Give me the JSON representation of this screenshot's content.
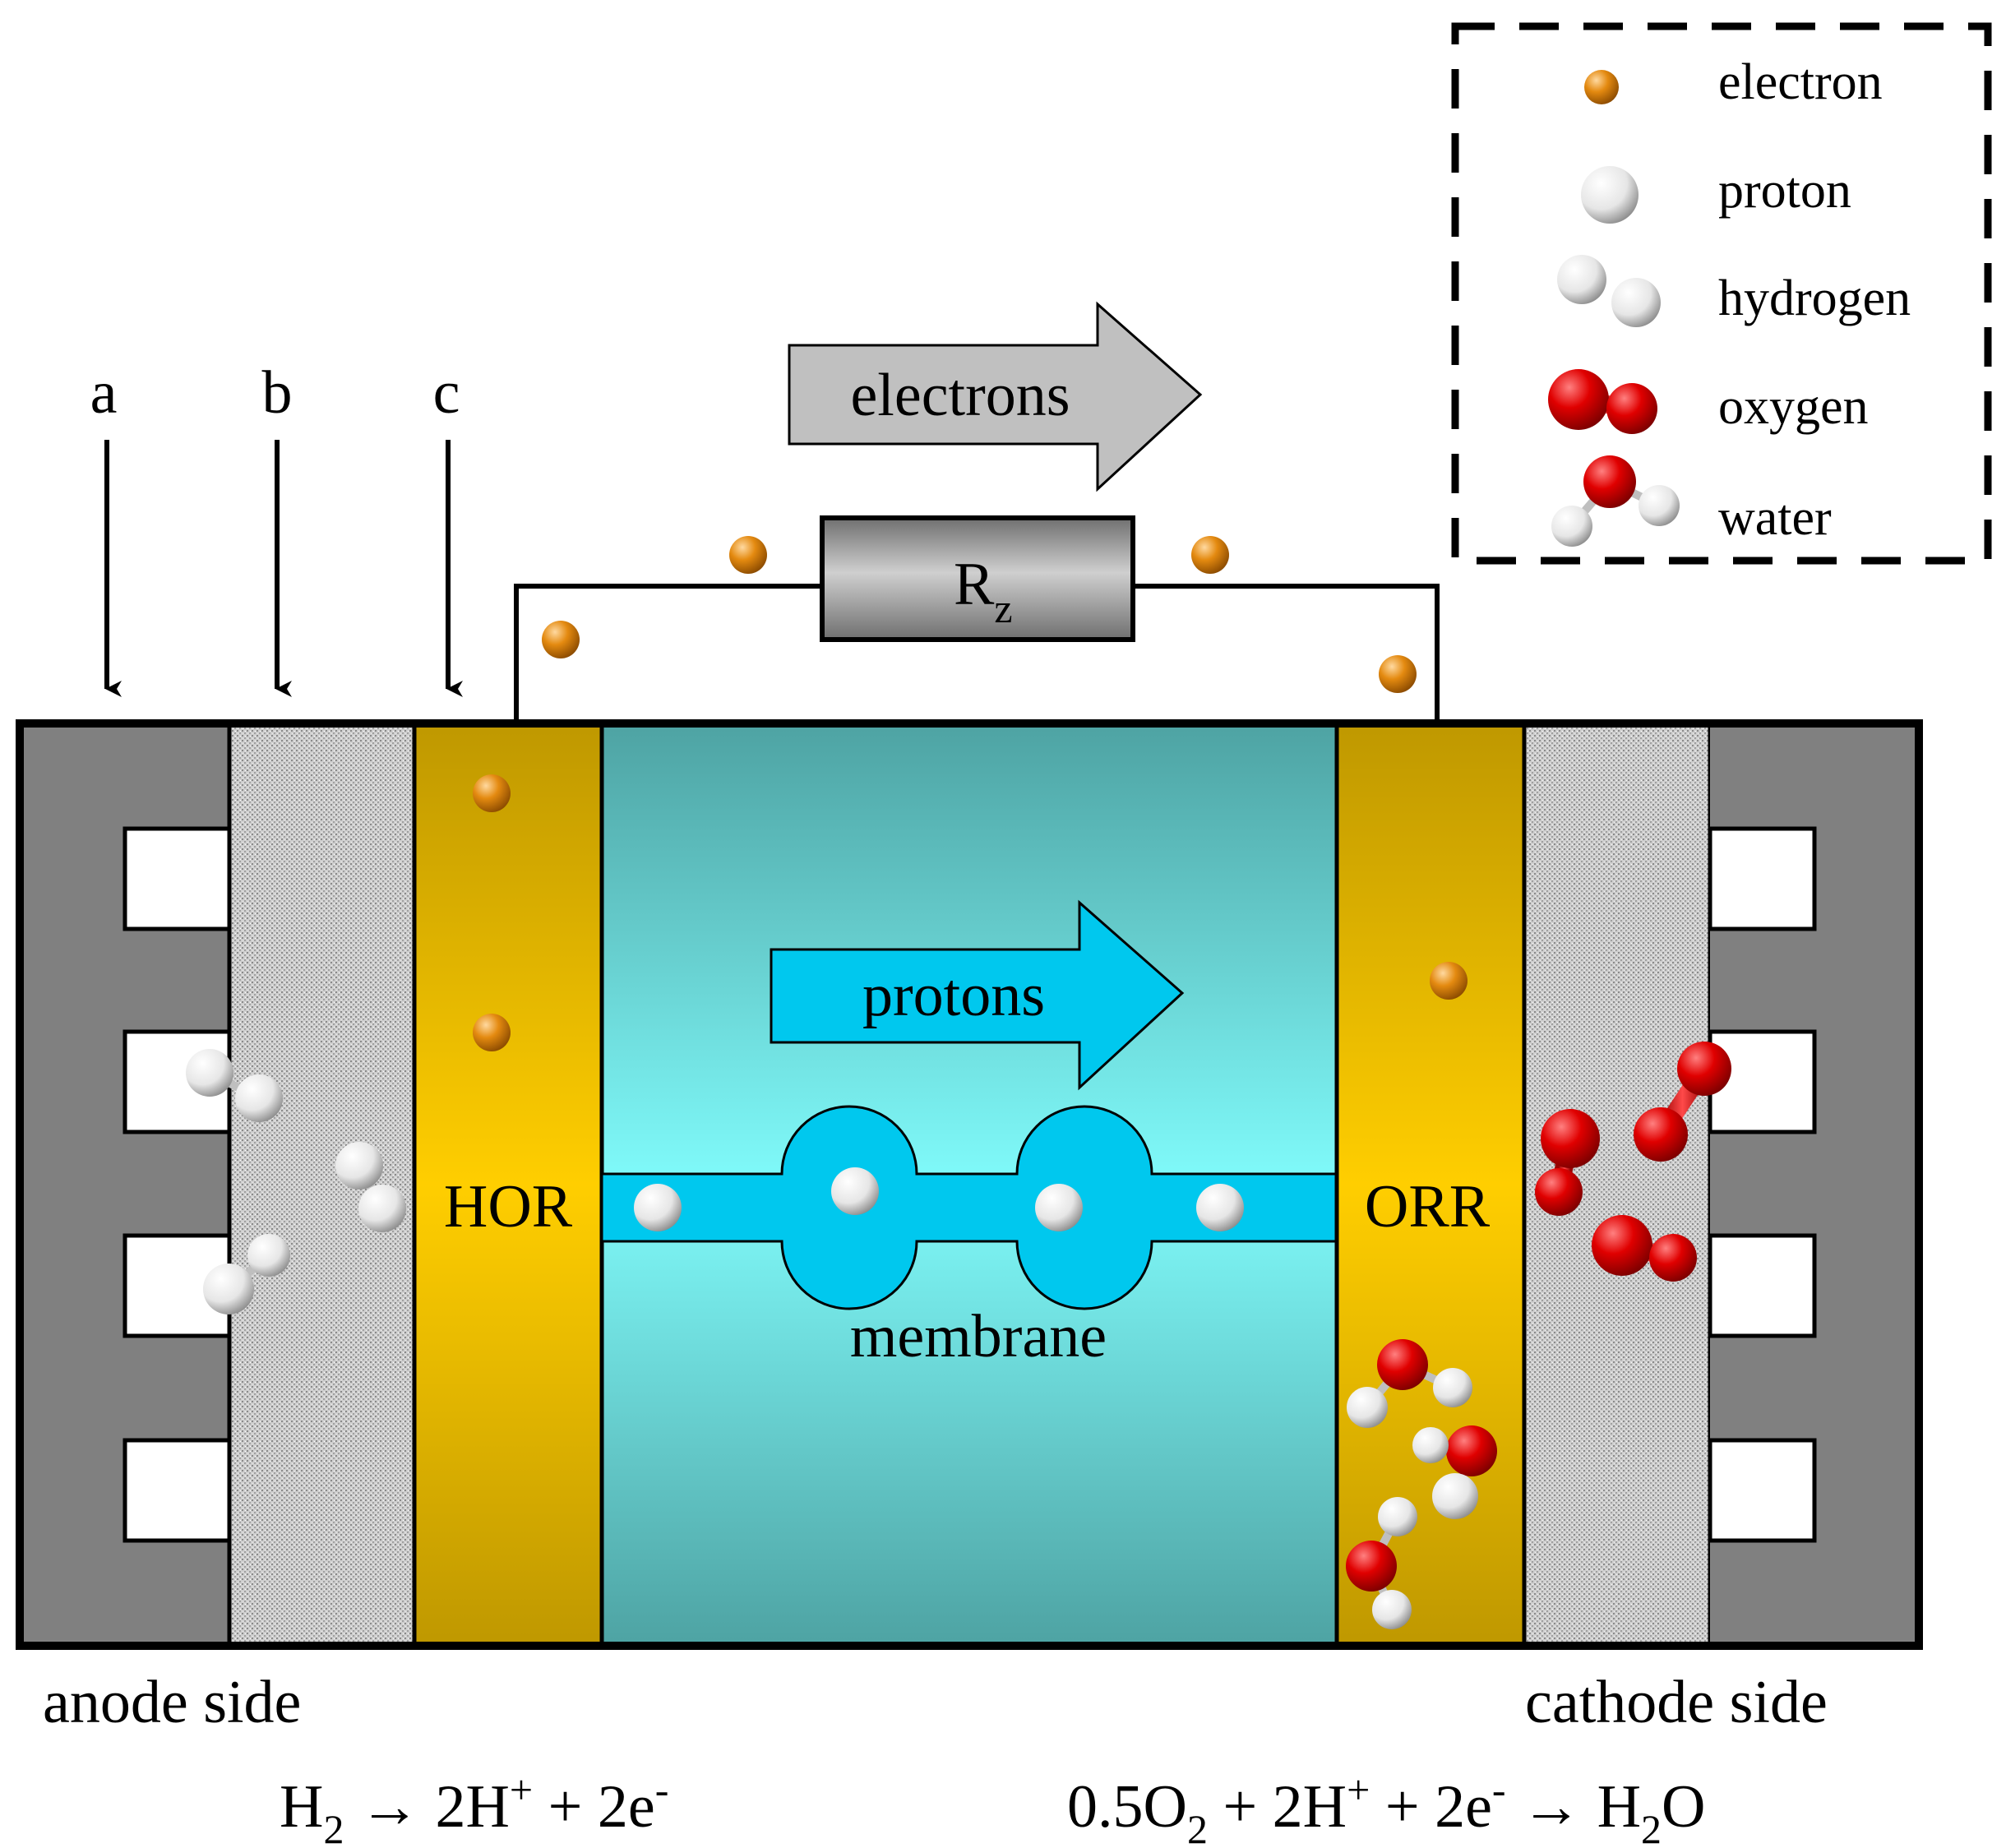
{
  "legend": {
    "items": [
      {
        "key": "electron",
        "label": "electron"
      },
      {
        "key": "proton",
        "label": "proton"
      },
      {
        "key": "hydrogen",
        "label": "hydrogen"
      },
      {
        "key": "oxygen",
        "label": "oxygen"
      },
      {
        "key": "water",
        "label": "water"
      }
    ]
  },
  "layers": {
    "a": "a",
    "b": "b",
    "c": "c"
  },
  "arrows": {
    "electrons": "electrons",
    "protons": "protons"
  },
  "resistor": {
    "symbol": "R",
    "subscript": "z"
  },
  "catalyst": {
    "anode": "HOR",
    "cathode": "ORR"
  },
  "membrane_label": "membrane",
  "sides": {
    "anode": "anode side",
    "cathode": "cathode side"
  },
  "equations": {
    "anode": {
      "p1": "H",
      "s1": "2",
      "p2": " → 2H",
      "sup1": "+",
      "p3": " + 2e",
      "sup2": "-"
    },
    "cathode": {
      "p1": "0.5O",
      "s1": "2",
      "p2": " + 2H",
      "sup1": "+",
      "p3": " + 2e",
      "sup2": "-",
      "p4": " → H",
      "s2": "2",
      "p5": "O"
    }
  },
  "colors": {
    "flow_plate": "#808080",
    "gdl": "#c8c8c8",
    "catalyst_gold": "#f3c300",
    "membrane_teal": "#7ff5f5",
    "proton_channel": "#00c8ee",
    "electron": "#e48a10",
    "oxygen": "#e00000",
    "hydrogen_atom": "#e6e6e6"
  }
}
